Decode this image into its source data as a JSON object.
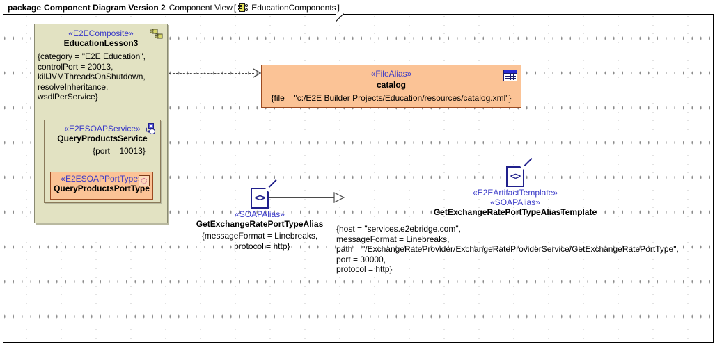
{
  "header": {
    "keyword": "package",
    "title": "Component Diagram Version 2",
    "view": "Component View",
    "bracket_open": "[",
    "icon": "component-view-icon",
    "name": "EducationComponents",
    "bracket_close": "]"
  },
  "composite": {
    "stereotype": "«E2EComposite»",
    "name": "EducationLesson3",
    "icon": "composite-assembly-icon",
    "properties": "{category = \"E2E Education\",\ncontrolPort = 20013,\nkillJVMThreadsOnShutdown,\nresolveInheritance,\nwsdlPerService}"
  },
  "soap_service": {
    "stereotype": "«E2ESOAPService»",
    "name": "QueryProductsService",
    "icon": "soap-service-icon",
    "port": "{port = 10013}"
  },
  "port_type": {
    "stereotype": "«E2ESOAPPortType»",
    "name": "QueryProductsPortType",
    "icon": "port-type-interface-icon"
  },
  "catalog": {
    "stereotype": "«FileAlias»",
    "name": "catalog",
    "icon": "xml-file-icon",
    "file_property": "{file = \"c:/E2E Builder Projects/Education/resources/catalog.xml\"}"
  },
  "soap_alias": {
    "icon": "document-code-icon",
    "stereotype": "«SOAPAlias»",
    "name": "GetExchangeRatePortTypeAlias",
    "properties": "{messageFormat = Linebreaks,\n  protocol = http}"
  },
  "artifact_template": {
    "icon": "document-code-icon",
    "stereotype1": "«E2EArtifactTemplate»",
    "stereotype2": "«SOAPAlias»",
    "name": "GetExchangeRatePortTypeAliasTemplate",
    "properties": "{host = \"services.e2ebridge.com\",\nmessageFormat = Linebreaks,\npath = \"/ExchangeRateProvider/ExchangeRateProviderService/GetExchangeRatePortType\",\nport = 30000,\nprotocol = http}"
  },
  "connectors": {
    "dependency": "dependency-arrow-composite-to-catalog",
    "realization": "realization-arrow-soapalias-to-template"
  },
  "colors": {
    "composite_fill": "#e2e2c2",
    "orange_fill": "#fbc396",
    "orange_border": "#9c4a20",
    "stereotype_text": "#3a3ac8",
    "canvas": "#ffffff"
  }
}
